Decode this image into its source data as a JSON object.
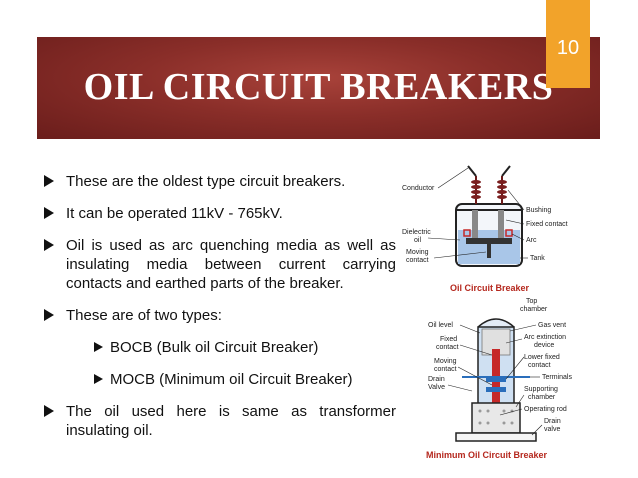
{
  "slide": {
    "number": "10",
    "title": "OIL CIRCUIT BREAKERS"
  },
  "bullets": [
    "These are the oldest type circuit breakers.",
    "It can be operated 11kV - 765kV.",
    "Oil is used as arc quenching media as well as insulating media between current carrying contacts and earthed parts of the breaker.",
    "These are of two types:"
  ],
  "sub_bullets": [
    "BOCB (Bulk oil Circuit Breaker)",
    "MOCB (Minimum oil Circuit Breaker)"
  ],
  "last_bullet": "The oil used here is same as transformer insulating oil.",
  "figure1": {
    "caption": "Oil Circuit Breaker",
    "labels": {
      "conductor": "Conductor",
      "bushing": "Bushing",
      "fixed_contact": "Fixed contact",
      "dielectric": "Dielectric",
      "oil": "oil",
      "arc": "Arc",
      "moving": "Moving",
      "contact": "contact",
      "tank": "Tank"
    }
  },
  "figure2": {
    "caption": "Minimum Oil Circuit Breaker",
    "labels": {
      "top": "Top",
      "chamber": "chamber",
      "oil_level": "Oil level",
      "gas_vent": "Gas vent",
      "arc_extinction": "Arc extinction",
      "device": "device",
      "fixed": "Fixed",
      "contact": "contact",
      "lower_fixed": "Lower fixed",
      "lower_contact": "contact",
      "moving": "Moving",
      "moving_contact": "contact",
      "terminals": "Terminals",
      "drain": "Drain",
      "valve": "Valve",
      "supporting": "Supporting",
      "sup_chamber": "chamber",
      "operating_rod": "Operating rod",
      "drain2": "Drain",
      "valve2": "valve"
    }
  }
}
